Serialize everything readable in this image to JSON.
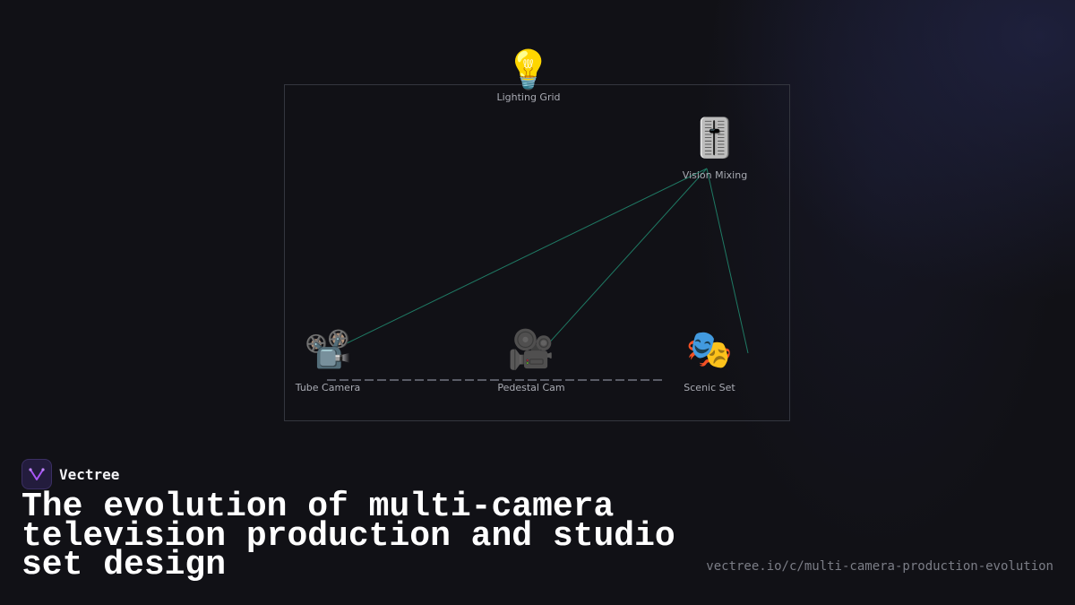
{
  "diagram": {
    "nodes": [
      {
        "id": "lighting",
        "icon": "lightbulb-icon",
        "glyph": "💡",
        "label": "Lighting Grid"
      },
      {
        "id": "vision",
        "icon": "level-slider-icon",
        "glyph": "🎚️",
        "label": "Vision Mixing"
      },
      {
        "id": "tube",
        "icon": "film-projector-icon",
        "glyph": "📽️",
        "label": "Tube Camera"
      },
      {
        "id": "pedestal",
        "icon": "movie-camera-icon",
        "glyph": "🎥",
        "label": "Pedestal Cam"
      },
      {
        "id": "scenic",
        "icon": "performing-arts-icon",
        "glyph": "🎭",
        "label": "Scenic Set"
      }
    ],
    "edges": [
      {
        "from": "vision",
        "to": "tube",
        "style": "solid"
      },
      {
        "from": "vision",
        "to": "pedestal",
        "style": "solid"
      },
      {
        "from": "vision",
        "to": "scenic",
        "style": "solid"
      },
      {
        "from": "tube",
        "to": "scenic",
        "style": "dashed"
      }
    ],
    "colors": {
      "link": "#1f7a64",
      "track": "#5a5c66"
    }
  },
  "brand": {
    "name": "Vectree",
    "logo_icon": "vectree-logo-icon",
    "accent": "#a855f7"
  },
  "title": "The evolution of multi-camera television production and studio set design",
  "url": "vectree.io/c/multi-camera-production-evolution"
}
